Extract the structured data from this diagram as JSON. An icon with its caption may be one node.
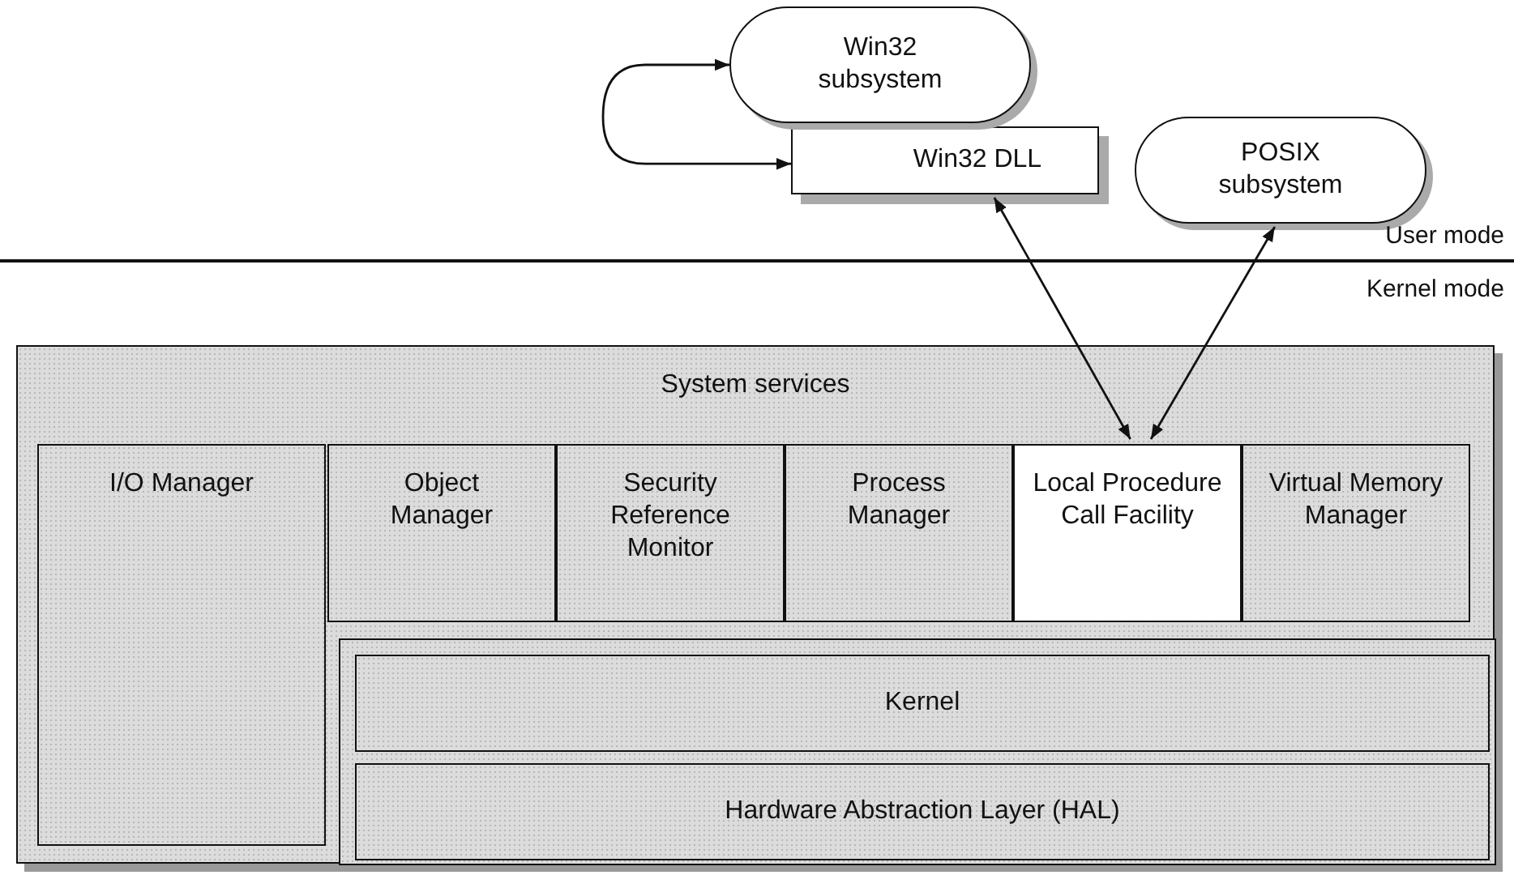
{
  "diagram": {
    "nodes": [
      {
        "text": [
          "Win32 subsystem"
        ]
      },
      {
        "text": [
          "Win32 DLL"
        ]
      },
      {
        "text": [
          "POSIX subsystem"
        ]
      },
      {
        "text": [
          "System services"
        ]
      },
      {
        "text": [
          "I/O Manager"
        ],
        "in": 3
      },
      {
        "text": [
          "Object Manager"
        ],
        "in": 3
      },
      {
        "text": [
          "Security Reference Monitor"
        ],
        "in": 3
      },
      {
        "text": [
          "Process Manager"
        ],
        "in": 3
      },
      {
        "text": [
          "Local Procedure Call Facility"
        ],
        "in": 3
      },
      {
        "text": [
          "Virtual Memory Manager"
        ],
        "in": 3
      },
      {
        "text": [
          "Kernel"
        ],
        "in": 3
      },
      {
        "text": [
          "Hardware Abstraction Layer (HAL)"
        ],
        "in": 3
      }
    ],
    "edges": [
      {
        "from": 1,
        "to": 0,
        "arrow": "both"
      },
      {
        "from": 1,
        "to": 8,
        "arrow": "both"
      },
      {
        "from": 2,
        "to": 8,
        "arrow": "both"
      }
    ],
    "labels": [
      "User mode",
      "Kernel mode"
    ]
  }
}
